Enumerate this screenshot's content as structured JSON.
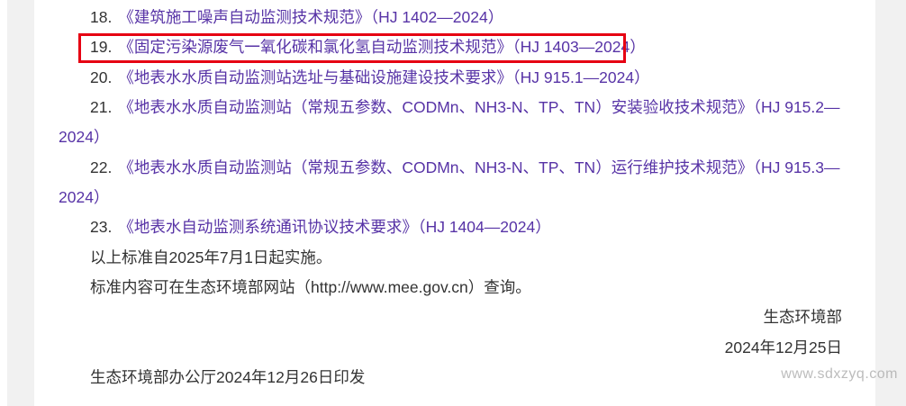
{
  "doc": {
    "items": [
      {
        "number": "18.",
        "highlighted": false,
        "lines": [
          "《建筑施工噪声自动监测技术规范》（HJ 1402—2024）"
        ]
      },
      {
        "number": "19.",
        "highlighted": true,
        "lines": [
          "《固定污染源废气一氧化碳和氯化氢自动监测技术规范》（HJ 1403—2024）"
        ]
      },
      {
        "number": "20.",
        "highlighted": false,
        "lines": [
          "《地表水水质自动监测站选址与基础设施建设技术要求》（HJ 915.1—2024）"
        ]
      },
      {
        "number": "21.",
        "highlighted": false,
        "lines": [
          "《地表水水质自动监测站（常规五参数、CODMn、NH3-N、TP、TN）安装验收技术规范》（HJ 915.2—",
          "2024）"
        ]
      },
      {
        "number": "22.",
        "highlighted": false,
        "lines": [
          "《地表水水质自动监测站（常规五参数、CODMn、NH3-N、TP、TN）运行维护技术规范》（HJ 915.3—",
          "2024）"
        ]
      },
      {
        "number": "23.",
        "highlighted": false,
        "lines": [
          "《地表水自动监测系统通讯协议技术要求》（HJ 1404—2024）"
        ]
      }
    ],
    "paragraphs": [
      "以上标准自2025年7月1日起实施。",
      "标准内容可在生态环境部网站（http://www.mee.gov.cn）查询。"
    ],
    "signature": {
      "issuer": "生态环境部",
      "date": "2024年12月25日"
    },
    "footer": "生态环境部办公厅2024年12月26日印发"
  },
  "watermark": {
    "text": "www.sdxzyq.com"
  },
  "colors": {
    "body_text": "#333333",
    "link_visited": "#5733a6",
    "highlight_border": "#e60012",
    "gutter": "#f1f1f1",
    "watermark": "#b5b5b5"
  }
}
